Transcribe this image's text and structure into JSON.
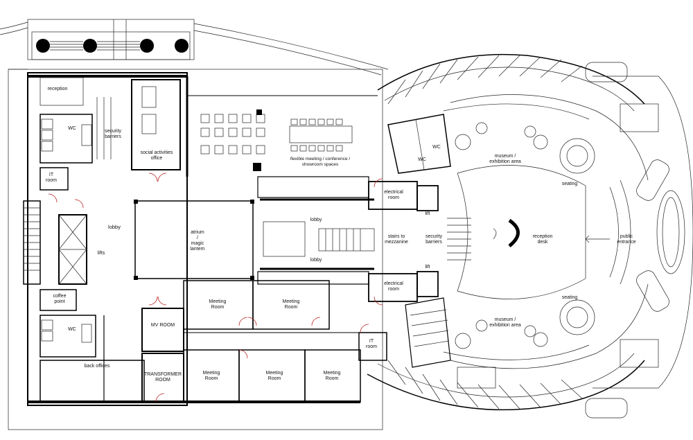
{
  "plan": {
    "rooms": {
      "reception": "reception",
      "wc_left_top": "WC",
      "security_barriers_left": "security\nbarriers",
      "social_office": "social activities\noffice",
      "it_room_left": "IT\nroom",
      "lobby_left": "lobby",
      "lifts": "lifts",
      "atrium": "atrium\n/\nmagic\nlantern",
      "coffee_point": "coffee\npoint",
      "wc_left_bottom": "WC",
      "back_offices": "back offices",
      "mv_room": "MV ROOM",
      "transformer_room": "TRANSFORMER\nROOM",
      "meeting_1": "Meeting\nRoom",
      "meeting_2": "Meeting\nRoom",
      "meeting_3": "Meeting\nRoom",
      "meeting_4": "Meeting\nRoom",
      "meeting_5": "Meeting\nRoom",
      "flexible_meeting": "flexible meeting / conference /\nshowroom spaces",
      "electrical_top": "electrical\nroom",
      "electrical_bottom": "electrical\nroom",
      "lobby_mid_top": "lobby",
      "lobby_mid_bottom": "lobby",
      "stairs": "stairs to\nmezzanine",
      "security_barriers_right": "security\nbarriers",
      "lift_top": "lift",
      "lift_bottom": "lift",
      "it_room_right": "IT\nroom",
      "wc_right_1": "WC",
      "wc_right_2": "WC",
      "museum_top": "museum /\nexhibition area",
      "museum_bottom": "museum /\nexhibition area",
      "seating_top": "seating",
      "seating_bottom": "seating",
      "reception_desk": "reception\ndesk",
      "public_entrance": "public\nentrance"
    }
  }
}
